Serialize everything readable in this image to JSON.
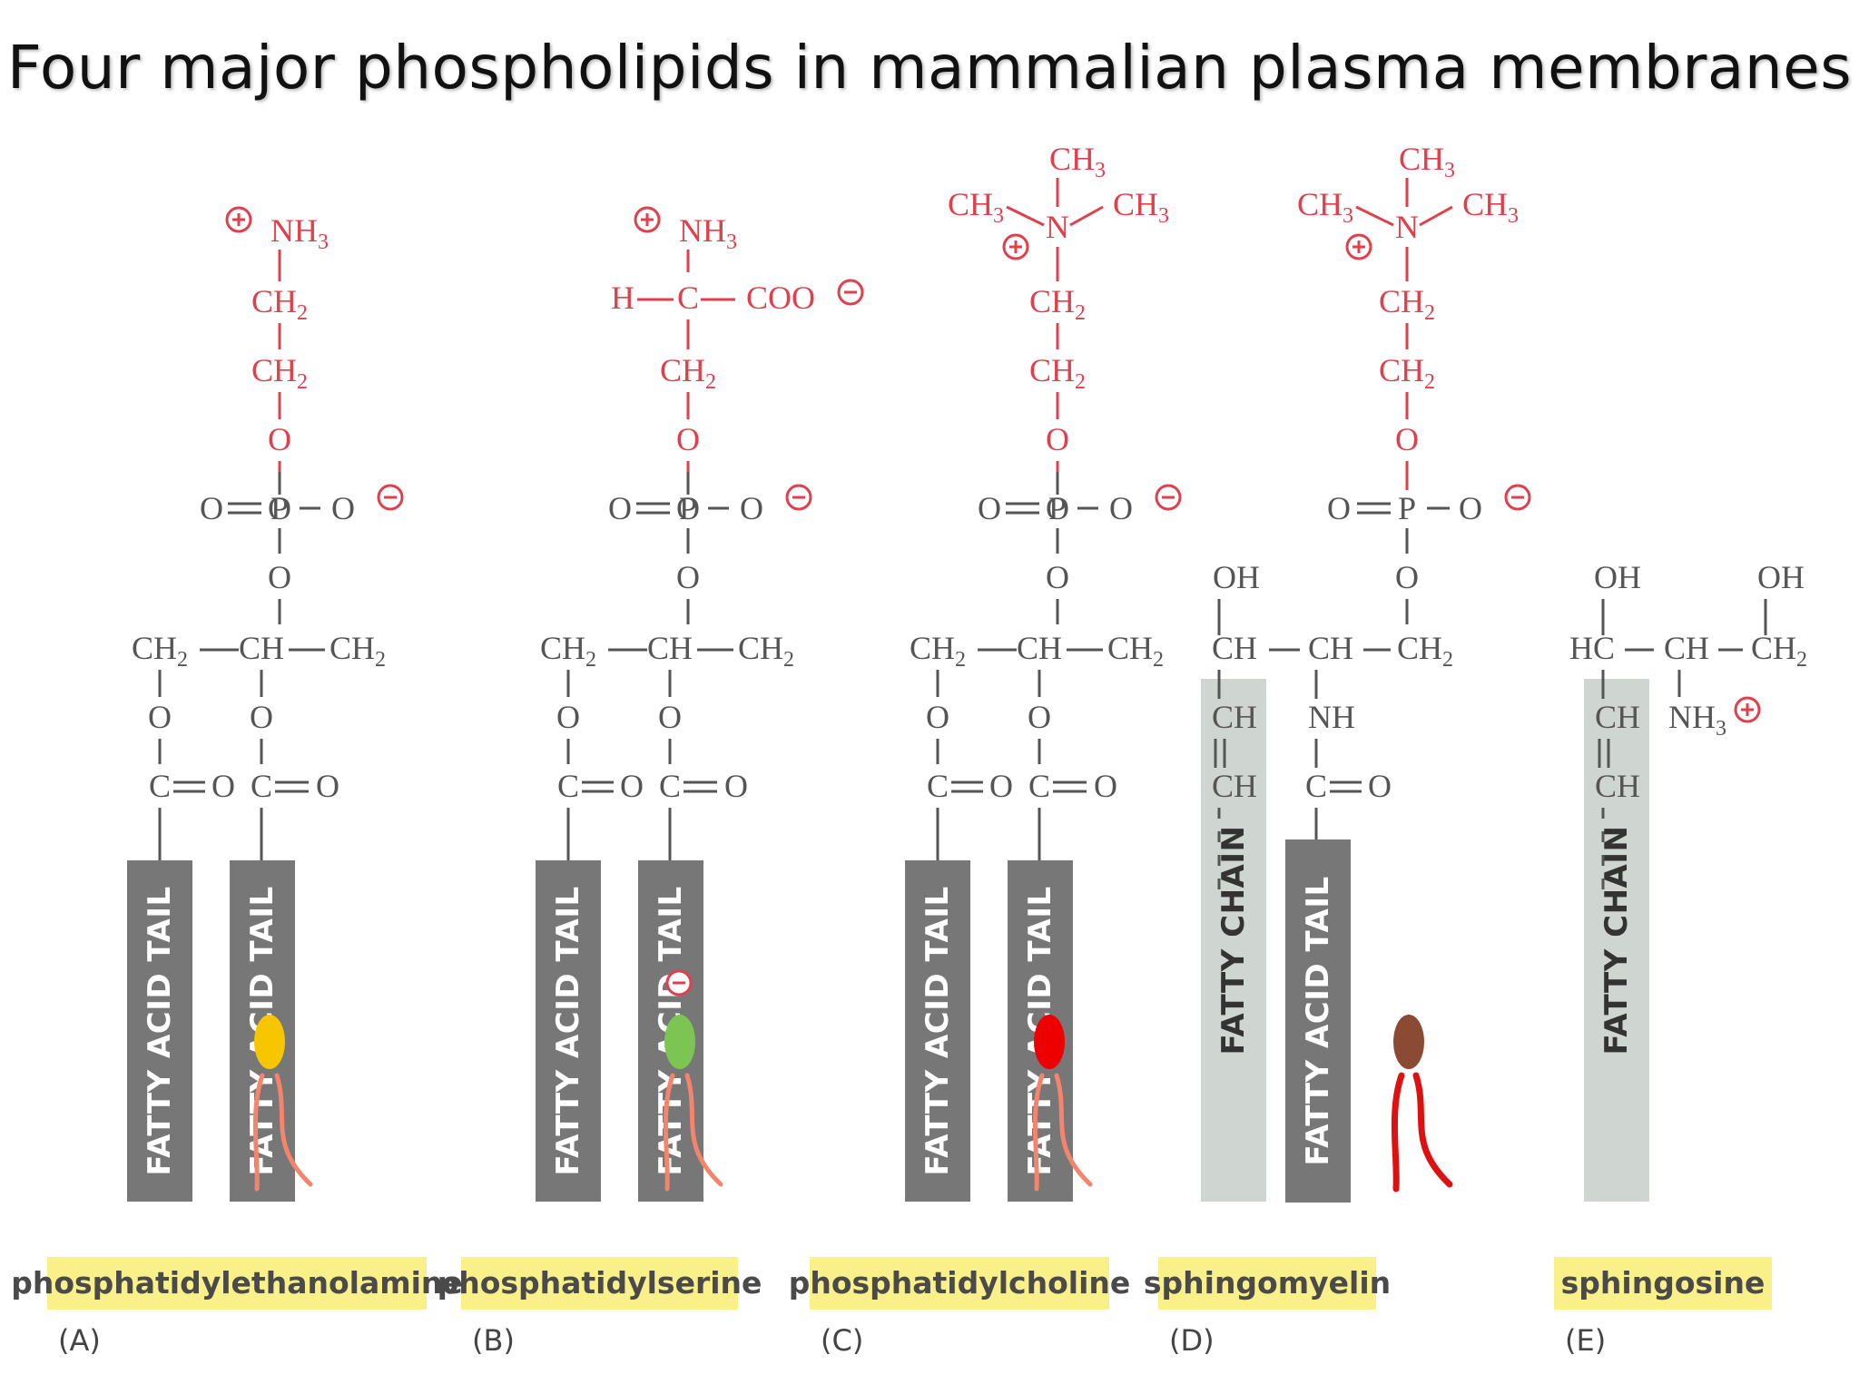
{
  "title": "Four major phospholipids in mammalian plasma membranes",
  "colors": {
    "head_group": "#e0404c",
    "backbone": "#555555",
    "fatty_acid_tail": "#777777",
    "fatty_chain": "#cfd6d1",
    "name_highlight": "#faf08a",
    "pe_head": "#f7c600",
    "ps_head": "#7dc552",
    "pc_head": "#ee0000",
    "sm_head": "#8b4a34"
  },
  "labels": {
    "fatty_acid_tail": "FATTY ACID TAIL",
    "fatty_chain": "FATTY CHAIN"
  },
  "chem": {
    "nh3": "NH",
    "ch2": "CH",
    "ch3": "CH",
    "ch": "CH",
    "hc": "HC",
    "n": "N",
    "o": "O",
    "p": "P",
    "c": "C",
    "h": "H",
    "coo": "COO",
    "oh": "OH",
    "nh": "NH",
    "sub2": "2",
    "sub3": "3"
  },
  "molecules": [
    {
      "letter": "(A)",
      "name": "phosphatidylethanolamine"
    },
    {
      "letter": "(B)",
      "name": "phosphatidylserine"
    },
    {
      "letter": "(C)",
      "name": "phosphatidylcholine"
    },
    {
      "letter": "(D)",
      "name": "sphingomyelin"
    },
    {
      "letter": "(E)",
      "name": "sphingosine"
    }
  ]
}
